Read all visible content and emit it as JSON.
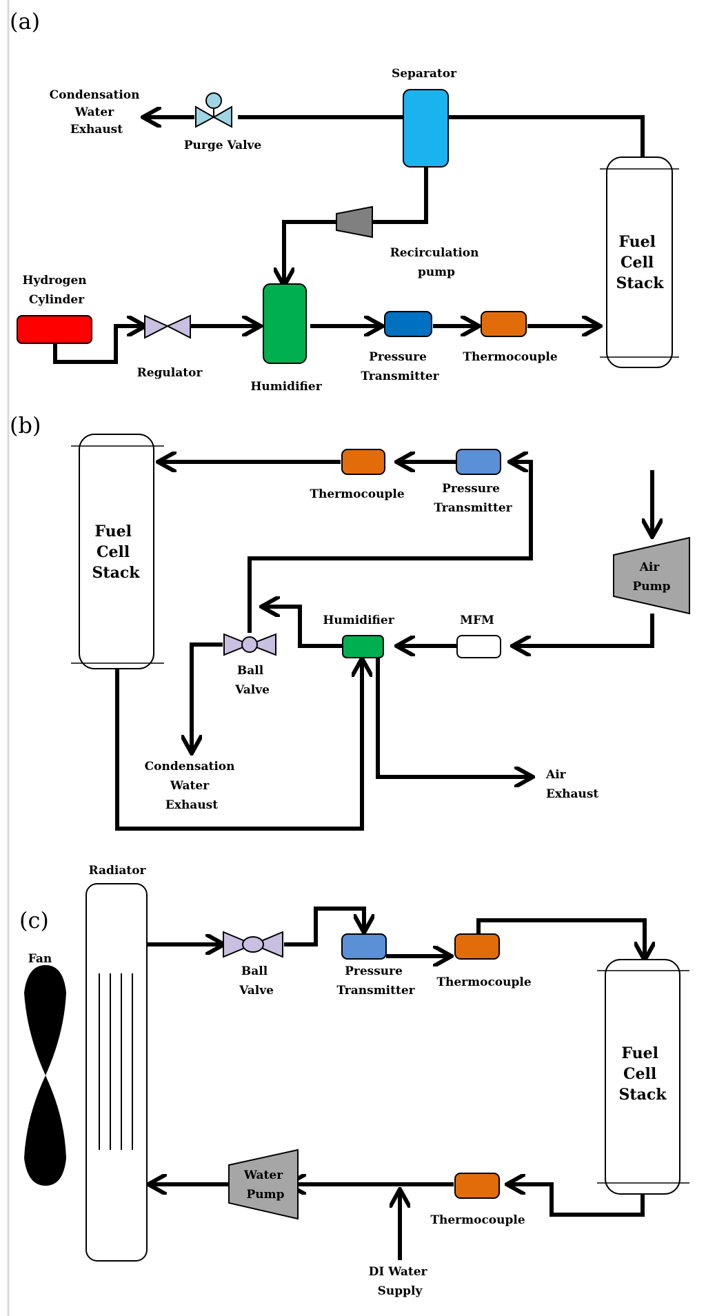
{
  "panels": {
    "a": {
      "label": "(a)",
      "condensation_exhaust": [
        "Condensation",
        "Water",
        "Exhaust"
      ],
      "purge_valve": "Purge Valve",
      "separator": "Separator",
      "recirculation_pump": [
        "Recirculation",
        "pump"
      ],
      "fuel_cell_stack": [
        "Fuel",
        "Cell",
        "Stack"
      ],
      "hydrogen_cylinder": [
        "Hydrogen",
        "Cylinder"
      ],
      "regulator": "Regulator",
      "humidifier": "Humidifier",
      "pressure_transmitter": [
        "Pressure",
        "Transmitter"
      ],
      "thermocouple": "Thermocouple"
    },
    "b": {
      "label": "(b)",
      "fuel_cell_stack": [
        "Fuel",
        "Cell",
        "Stack"
      ],
      "thermocouple": "Thermocouple",
      "pressure_transmitter": [
        "Pressure",
        "Transmitter"
      ],
      "air_pump": [
        "Air",
        "Pump"
      ],
      "humidifier": "Humidifier",
      "mfm": "MFM",
      "ball_valve": [
        "Ball",
        "Valve"
      ],
      "condensation_exhaust": [
        "Condensation",
        "Water",
        "Exhaust"
      ],
      "air_exhaust": [
        "Air",
        "Exhaust"
      ]
    },
    "c": {
      "label": "(c)",
      "radiator": "Radiator",
      "fan": "Fan",
      "ball_valve": [
        "Ball",
        "Valve"
      ],
      "pressure_transmitter": [
        "Pressure",
        "Transmitter"
      ],
      "thermocouple_top": "Thermocouple",
      "fuel_cell_stack": [
        "Fuel",
        "Cell",
        "Stack"
      ],
      "water_pump": [
        "Water",
        "Pump"
      ],
      "thermocouple_bottom": "Thermocouple",
      "di_water_supply": [
        "DI Water",
        "Supply"
      ]
    }
  },
  "colors": {
    "separator": "#1ab3f0",
    "recirc_pump": "#808080",
    "cylinder": "#ff0000",
    "regulator": "#c9bfe0",
    "humidifier": "#00b050",
    "pressure_a": "#0070c0",
    "pressure_bc": "#5b8fd6",
    "thermocouple": "#e36c0a",
    "pump_gray": "#a6a6a6",
    "purge_valve": "#9fd6e6"
  }
}
